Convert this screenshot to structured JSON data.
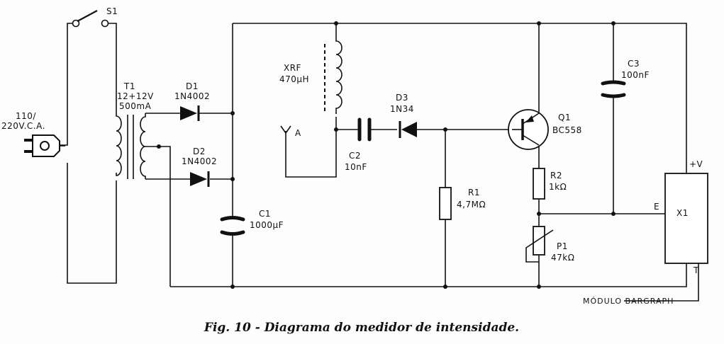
{
  "switch": {
    "ref": "S1"
  },
  "plug": {
    "voltage_line1": "110/",
    "voltage_line2": "220V.C.A."
  },
  "transformer": {
    "ref": "T1",
    "rating_line1": "12+12V",
    "rating_line2": "500mA"
  },
  "d1": {
    "ref": "D1",
    "value": "1N4002"
  },
  "d2": {
    "ref": "D2",
    "value": "1N4002"
  },
  "c1": {
    "ref": "C1",
    "value": "1000µF"
  },
  "xrf": {
    "ref": "XRF",
    "value": "470µH"
  },
  "antenna": {
    "label": "A"
  },
  "c2": {
    "ref": "C2",
    "value": "10nF"
  },
  "d3": {
    "ref": "D3",
    "value": "1N34"
  },
  "r1": {
    "ref": "R1",
    "value": "4,7MΩ"
  },
  "q1": {
    "ref": "Q1",
    "value": "BC558"
  },
  "r2": {
    "ref": "R2",
    "value": "1kΩ"
  },
  "p1": {
    "ref": "P1",
    "value": "47kΩ"
  },
  "c3": {
    "ref": "C3",
    "value": "100nF"
  },
  "x1": {
    "ref": "X1",
    "pin_vplus": "+V",
    "pin_e": "E",
    "pin_t": "T",
    "module_label": "MÓDULO BARGRAPH"
  },
  "caption": "Fig. 10 - Diagrama do medidor de intensidade."
}
